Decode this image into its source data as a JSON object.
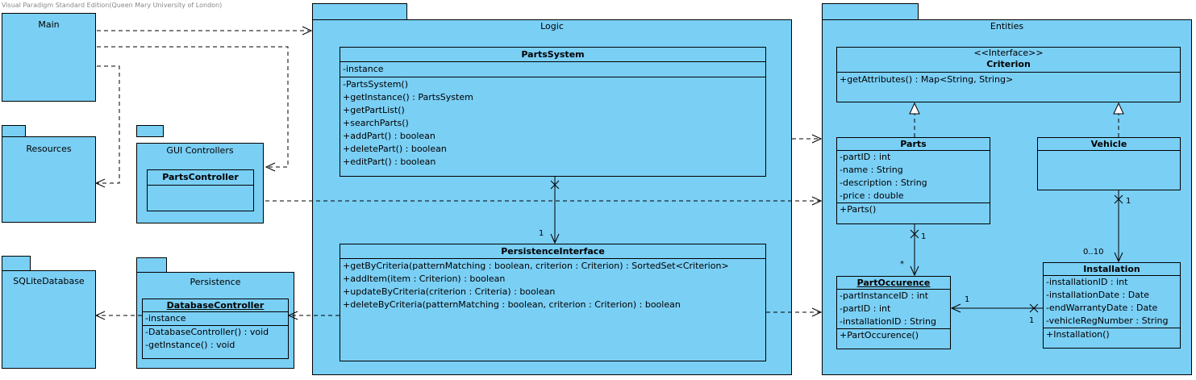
{
  "watermark": "Visual Paradigm Standard Edition(Queen Mary University of London)",
  "packages": {
    "main": "Main",
    "resources": "Resources",
    "gui": "GUI Controllers",
    "sqlite": "SQLiteDatabase",
    "persistence": "Persistence",
    "logic": "Logic",
    "entities": "Entities"
  },
  "classes": {
    "parts_controller": {
      "name": "PartsController"
    },
    "database_controller": {
      "name": "DatabaseController",
      "attributes": [
        "-instance"
      ],
      "operations": [
        "-DatabaseController() : void",
        "-getInstance() : void"
      ]
    },
    "parts_system": {
      "name": "PartsSystem",
      "attributes": [
        "-instance"
      ],
      "operations": [
        "-PartsSystem()",
        "+getInstance() : PartsSystem",
        "+getPartList()",
        "+searchParts()",
        "+addPart() : boolean",
        "+deletePart() : boolean",
        "+editPart() : boolean"
      ]
    },
    "persistence_interface": {
      "name": "PersistenceInterface",
      "operations": [
        "+getByCriteria(patternMatching : boolean, criterion : Criterion) : SortedSet<Criterion>",
        "+addItem(item : Criterion) : boolean",
        "+updateByCriteria(criterion : Criteria) : boolean",
        "+deleteByCriteria(patternMatching : boolean, criterion : Criterion) : boolean"
      ]
    },
    "criterion": {
      "stereotype": "<<Interface>>",
      "name": "Criterion",
      "operations": [
        "+getAttributes() : Map<String, String>"
      ]
    },
    "parts": {
      "name": "Parts",
      "attributes": [
        "-partID : int",
        "-name : String",
        "-description : String",
        "-price : double"
      ],
      "operations": [
        "+Parts()"
      ]
    },
    "vehicle": {
      "name": "Vehicle"
    },
    "part_occurence": {
      "name": "PartOccurence",
      "attributes": [
        "-partInstanceID : int",
        "-partID : int",
        "-installationID : String"
      ],
      "operations": [
        "+PartOccurence()"
      ]
    },
    "installation": {
      "name": "Installation",
      "attributes": [
        "-installationID : int",
        "-installationDate : Date",
        "-endWarrantyDate : Date",
        "-vehicleRegNumber : String"
      ],
      "operations": [
        "+Installation()"
      ]
    }
  },
  "multiplicities": {
    "ps_pi": "1",
    "parts_po": "1",
    "po_star": "*",
    "vehicle_inst": "1",
    "inst_range": "0..10",
    "po_inst_left": "1",
    "po_inst_right": "1"
  },
  "colors": {
    "fill": "#7acff5",
    "line": "#000000"
  }
}
